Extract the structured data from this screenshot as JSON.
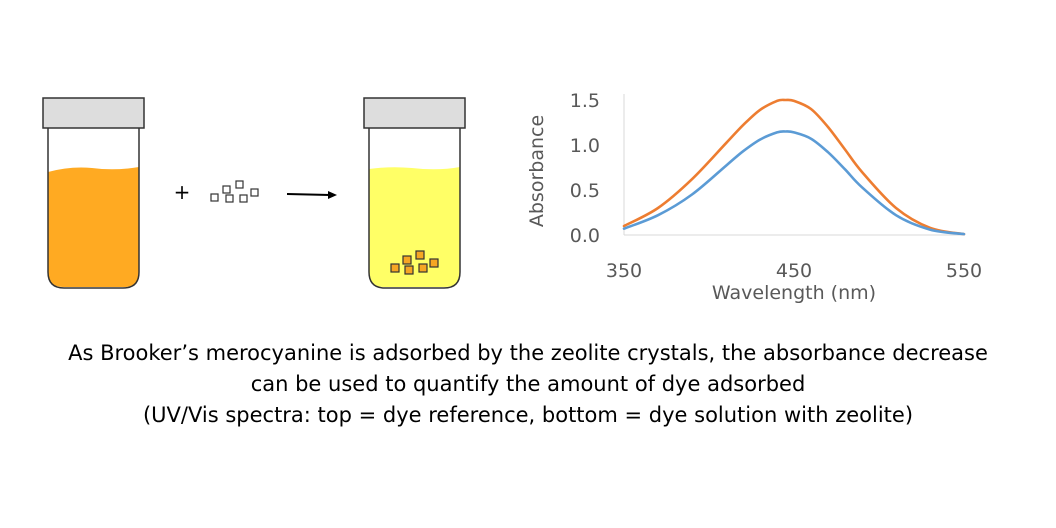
{
  "diagram": {
    "plus_sign": "+",
    "colors": {
      "dye_solution": "#FFAA22",
      "treated_solution": "#FFFF66",
      "cap": "#DDDDDD",
      "crystal_adsorbed": "#F5A623",
      "outline": "#333333"
    },
    "icons": [
      "vial-icon",
      "zeolite-crystals-icon",
      "arrow-right-icon"
    ]
  },
  "caption": {
    "line1": "As Brooker’s merocyanine is adsorbed by the zeolite crystals, the absorbance decrease",
    "line2": "can be used to quantify the amount of dye adsorbed",
    "line3": "(UV/Vis spectra: top = dye reference, bottom = dye solution with zeolite)"
  },
  "chart_data": {
    "type": "line",
    "xlabel": "Wavelength (nm)",
    "ylabel": "Absorbance",
    "xlim": [
      350,
      550
    ],
    "ylim": [
      0,
      1.5
    ],
    "xticks": [
      "350",
      "450",
      "550"
    ],
    "yticks": [
      "0.0",
      "0.5",
      "1.0",
      "1.5"
    ],
    "grid": false,
    "series": [
      {
        "color": "#ED7D31",
        "x": [
          350,
          370,
          390,
          410,
          420,
          430,
          440,
          445,
          450,
          460,
          470,
          480,
          490,
          510,
          530,
          550
        ],
        "y": [
          0.1,
          0.3,
          0.62,
          1.02,
          1.22,
          1.39,
          1.49,
          1.5,
          1.49,
          1.4,
          1.2,
          0.95,
          0.7,
          0.3,
          0.08,
          0.01
        ]
      },
      {
        "color": "#5B9BD5",
        "x": [
          350,
          370,
          390,
          410,
          420,
          430,
          440,
          445,
          450,
          460,
          470,
          480,
          490,
          510,
          530,
          550
        ],
        "y": [
          0.07,
          0.22,
          0.45,
          0.77,
          0.93,
          1.06,
          1.14,
          1.15,
          1.14,
          1.07,
          0.92,
          0.73,
          0.53,
          0.22,
          0.06,
          0.01
        ]
      }
    ]
  }
}
